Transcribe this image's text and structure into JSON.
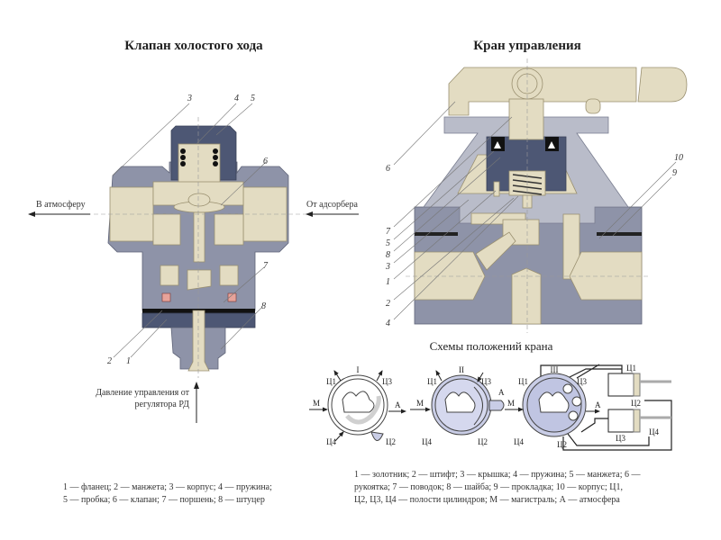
{
  "left": {
    "title": "Клапан холостого хода",
    "to_atmosphere": "В атмосферу",
    "from_adsorber": "От адсорбера",
    "control_line1": "Давление управления от",
    "control_line2": "регулятора РД",
    "labels": [
      "3",
      "4",
      "5",
      "6",
      "7",
      "8",
      "2",
      "1"
    ],
    "legend_line1": "1 — фланец; 2 — манжета; 3 — корпус; 4 — пружина;",
    "legend_line2": "5 — пробка; 6 — клапан; 7 — поршень; 8 — штуцер"
  },
  "right": {
    "title": "Кран управления",
    "labels": [
      "6",
      "10",
      "9",
      "7",
      "5",
      "8",
      "3",
      "1",
      "2",
      "4"
    ],
    "schemes_title": "Схемы положений крана",
    "scheme_labels": {
      "c1": "Ц1",
      "c2": "Ц2",
      "c3": "Ц3",
      "c4": "Ц4",
      "m": "М",
      "a": "А",
      "pos1": "I",
      "pos2": "II",
      "pos3": "III"
    },
    "legend_line1": "1 — золотник; 2 — штифт; 3 — крышка; 4 — пружина; 5 — манжета; 6 —",
    "legend_line2": "рукоятка; 7 — поводок; 8 — шайба; 9 — прокладка; 10 — корпус; Ц1,",
    "legend_line3": "Ц2, Ц3, Ц4 — полости цилиндров; М — магистраль; А — атмосфера"
  },
  "colors": {
    "body": "#8e93a8",
    "dark": "#4d5774",
    "brass": "#e3dcc2",
    "disc": "#c9cde6"
  }
}
